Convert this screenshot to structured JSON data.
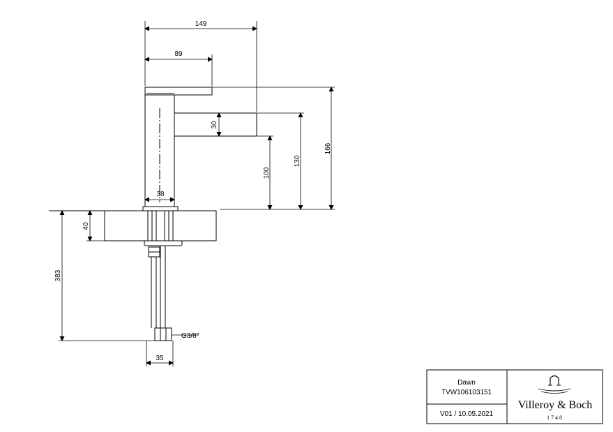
{
  "dimensions": {
    "overall_length": "149",
    "spout_cover_length": "89",
    "spout_height": "30",
    "outlet_height": "100",
    "spout_top_height": "130",
    "total_height": "166",
    "body_width": "38",
    "deck_thickness": "40",
    "below_deck_length": "383",
    "connection_thread": "G3/8\"",
    "connection_width": "35"
  },
  "title_block": {
    "product_name": "Dawn",
    "article_number": "TVW106103151",
    "revision": "V01 / 10.05.2021",
    "brand": "Villeroy & Boch",
    "brand_year": "1748"
  }
}
